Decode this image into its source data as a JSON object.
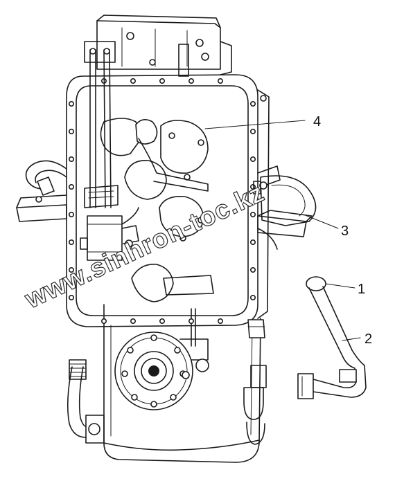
{
  "callouts": [
    {
      "id": "1",
      "text": "1"
    },
    {
      "id": "2",
      "text": "2"
    },
    {
      "id": "3",
      "text": "3"
    },
    {
      "id": "4",
      "text": "4"
    }
  ],
  "watermark": "www.sinhron-toc.kz",
  "colors": {
    "line": "#1a1a1a",
    "paper": "#ffffff"
  }
}
